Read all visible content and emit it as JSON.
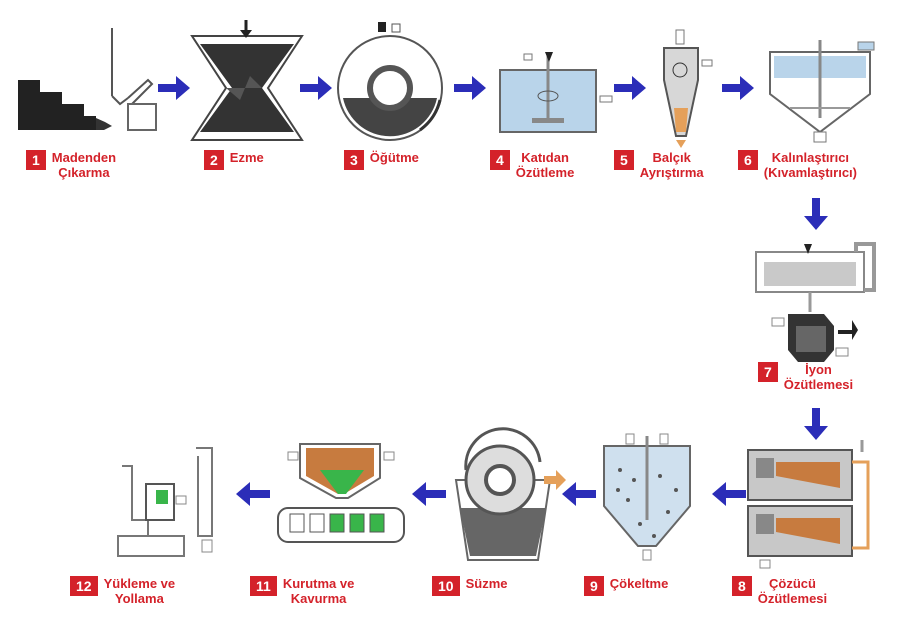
{
  "steps": [
    {
      "num": "1",
      "line1": "Madenden",
      "line2": "Çıkarma"
    },
    {
      "num": "2",
      "line1": "Ezme",
      "line2": ""
    },
    {
      "num": "3",
      "line1": "Öğütme",
      "line2": ""
    },
    {
      "num": "4",
      "line1": "Katıdan",
      "line2": "Özütleme"
    },
    {
      "num": "5",
      "line1": "Balçık",
      "line2": "Ayrıştırma"
    },
    {
      "num": "6",
      "line1": "Kalınlaştırıcı",
      "line2": "(Kıvamlaştırıcı)"
    },
    {
      "num": "7",
      "line1": "İyon",
      "line2": "Özütlemesi"
    },
    {
      "num": "8",
      "line1": "Çözücü",
      "line2": "Özütlemesi"
    },
    {
      "num": "9",
      "line1": "Çökeltme",
      "line2": ""
    },
    {
      "num": "10",
      "line1": "Süzme",
      "line2": ""
    },
    {
      "num": "11",
      "line1": "Kurutma ve",
      "line2": "Kavurma"
    },
    {
      "num": "12",
      "line1": "Yükleme ve",
      "line2": "Yollama"
    }
  ],
  "colors": {
    "arrow": "#2b2db8",
    "label": "#d4222a",
    "liquid": "#b9d4ea",
    "product": "#e5a05a",
    "green": "#39b54a"
  }
}
